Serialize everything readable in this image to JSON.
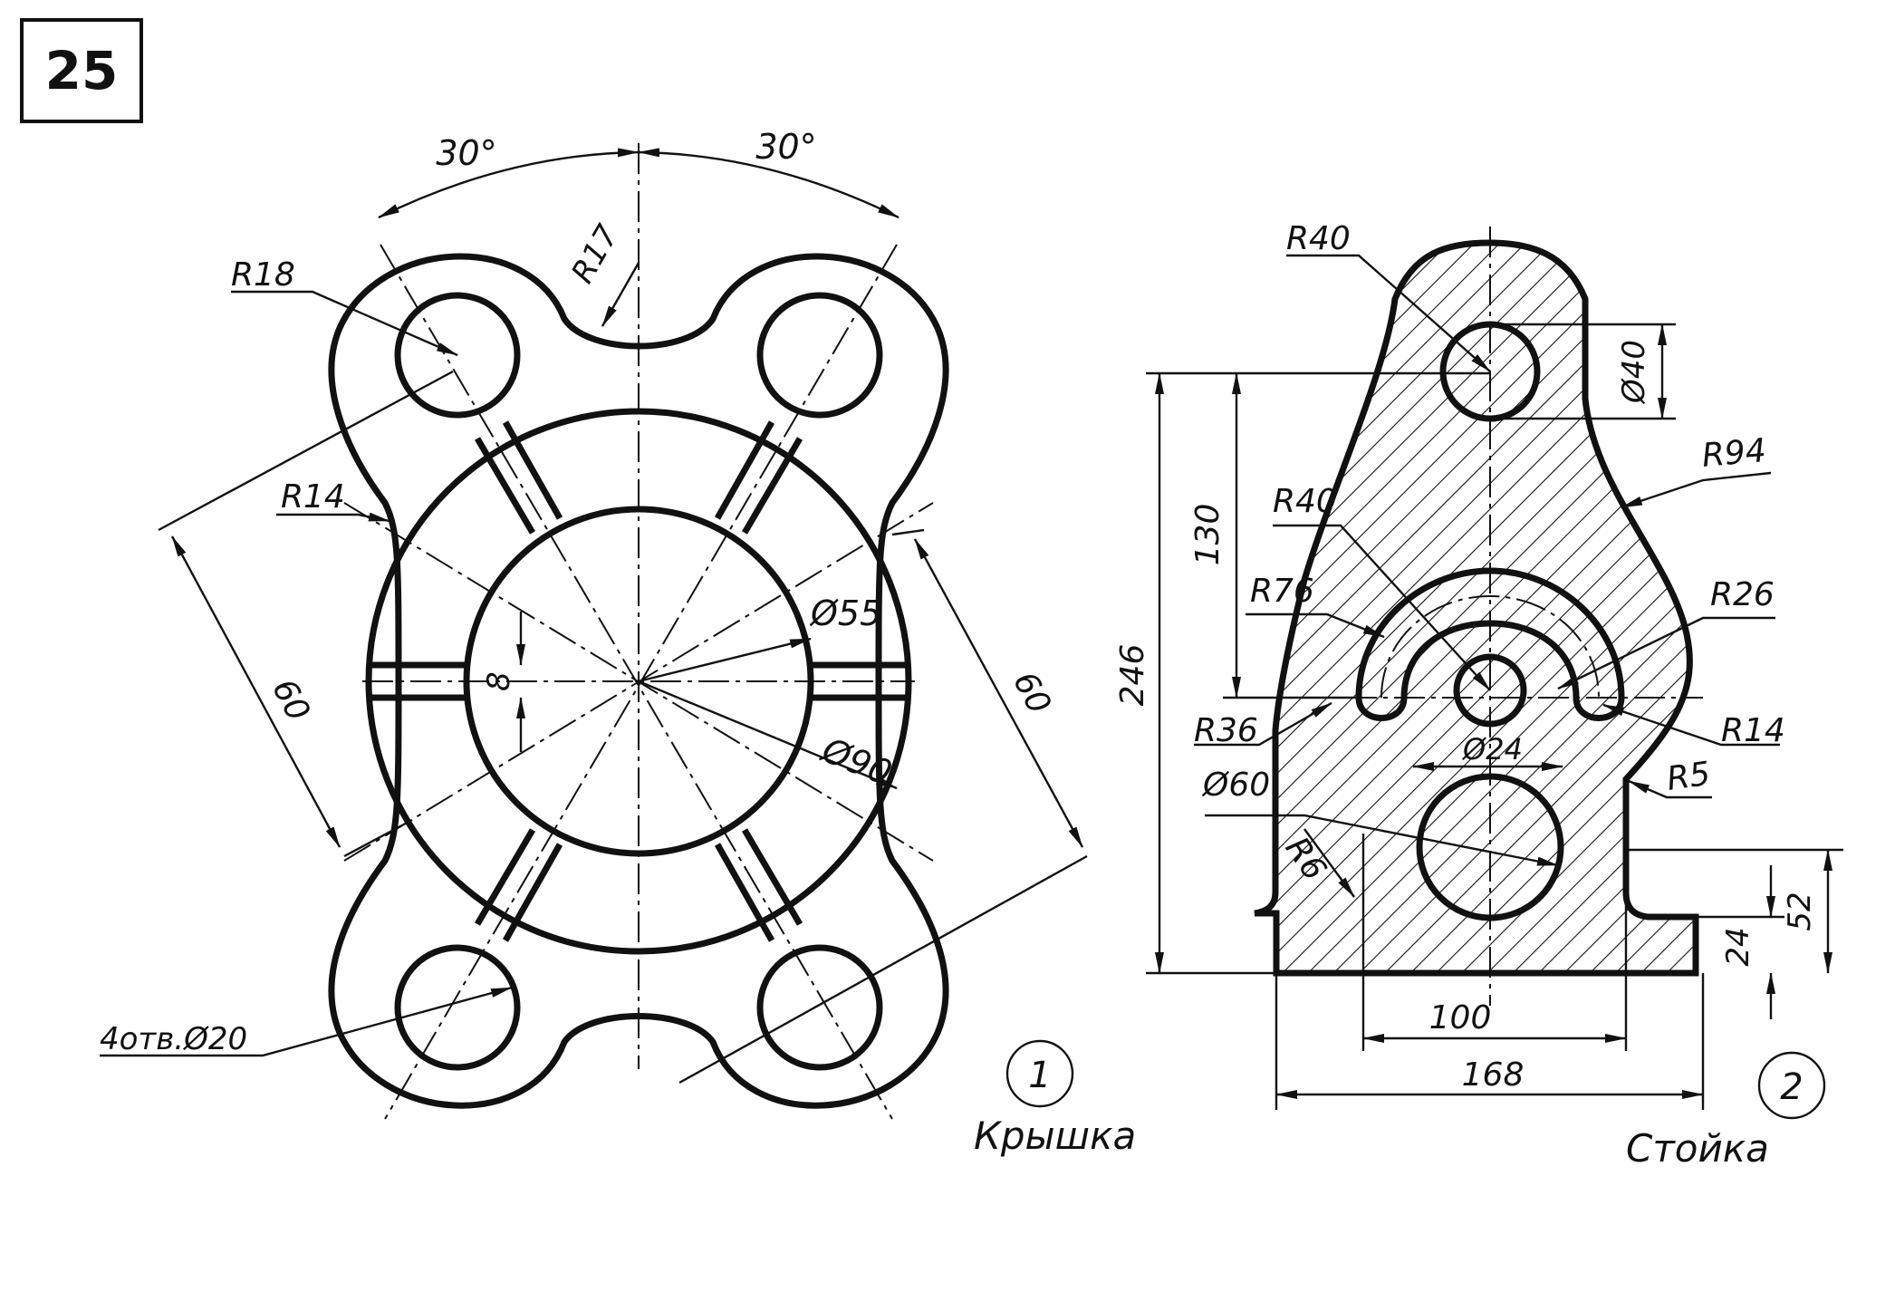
{
  "sheet_number": "25",
  "part1": {
    "index": "1",
    "name": "Крышка",
    "dims": {
      "angle_left": "30°",
      "angle_right": "30°",
      "r18": "R18",
      "r17": "R17",
      "r14": "R14",
      "pitch_left": "60",
      "pitch_right": "60",
      "slot_width": "8",
      "d55": "Ø55",
      "d90": "Ø90",
      "holes": "4отв.Ø20"
    }
  },
  "part2": {
    "index": "2",
    "name": "Стойка",
    "dims": {
      "r40_top": "R40",
      "d40": "Ø40",
      "r94": "R94",
      "r40_mid": "R40",
      "r76": "R76",
      "r26": "R26",
      "r36": "R36",
      "r14": "R14",
      "d24": "Ø24",
      "d60": "Ø60",
      "r5": "R5",
      "r6": "R6",
      "h246": "246",
      "h130": "130",
      "w100": "100",
      "w168": "168",
      "h24": "24",
      "h52": "52"
    }
  }
}
